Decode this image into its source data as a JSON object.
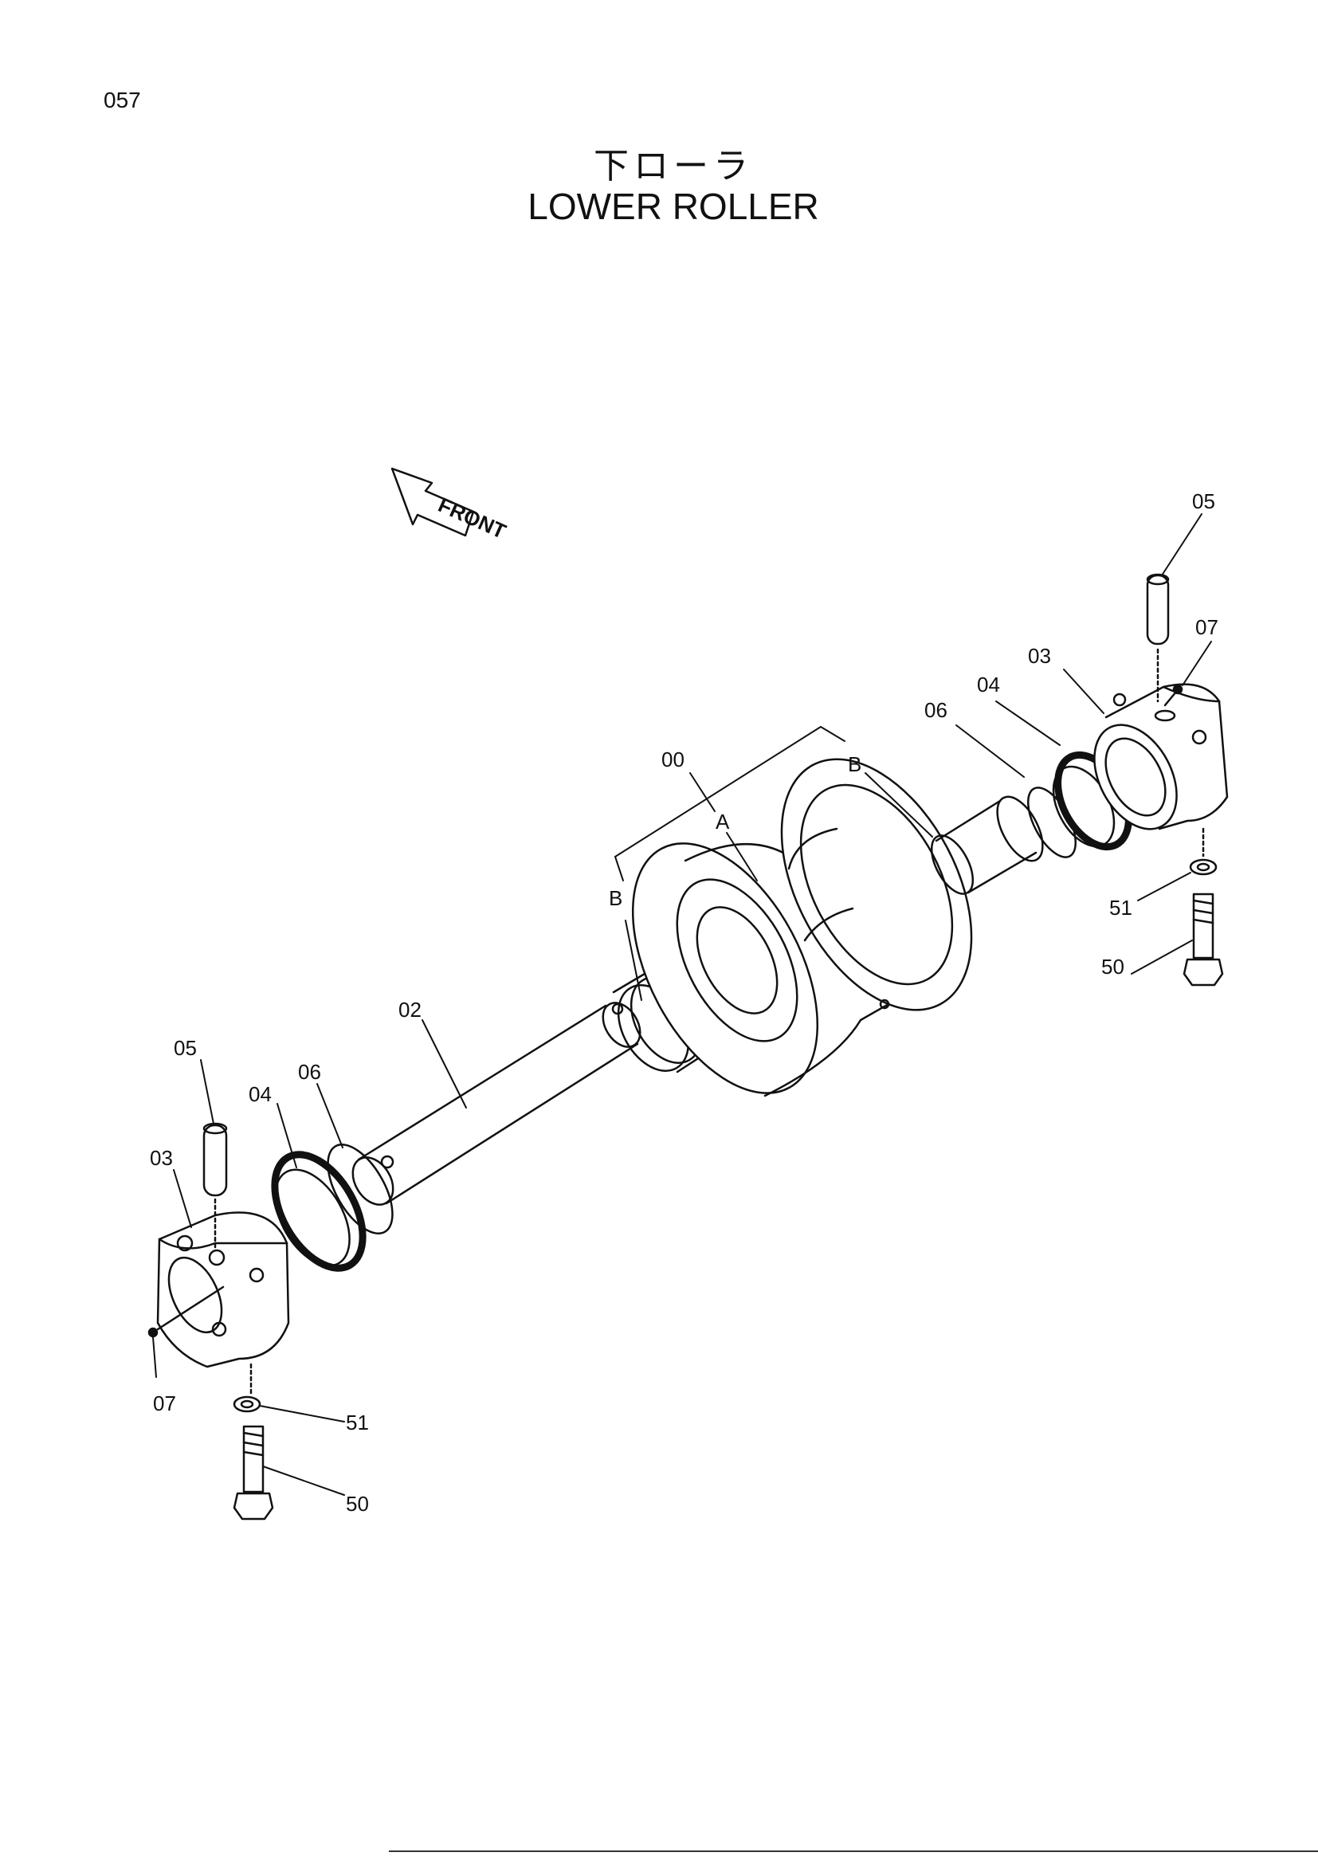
{
  "page_number": "057",
  "title_jp": "下ローラ",
  "title_en": "LOWER ROLLER",
  "front_label": "FRONT",
  "callouts": {
    "c00": "00",
    "cA": "A",
    "cB_right": "B",
    "cB_left": "B",
    "c02": "02",
    "r05": "05",
    "r07": "07",
    "r03": "03",
    "r04": "04",
    "r06": "06",
    "r51": "51",
    "r50": "50",
    "l05": "05",
    "l04": "04",
    "l06": "06",
    "l03": "03",
    "l07": "07",
    "l51": "51",
    "l50": "50"
  }
}
